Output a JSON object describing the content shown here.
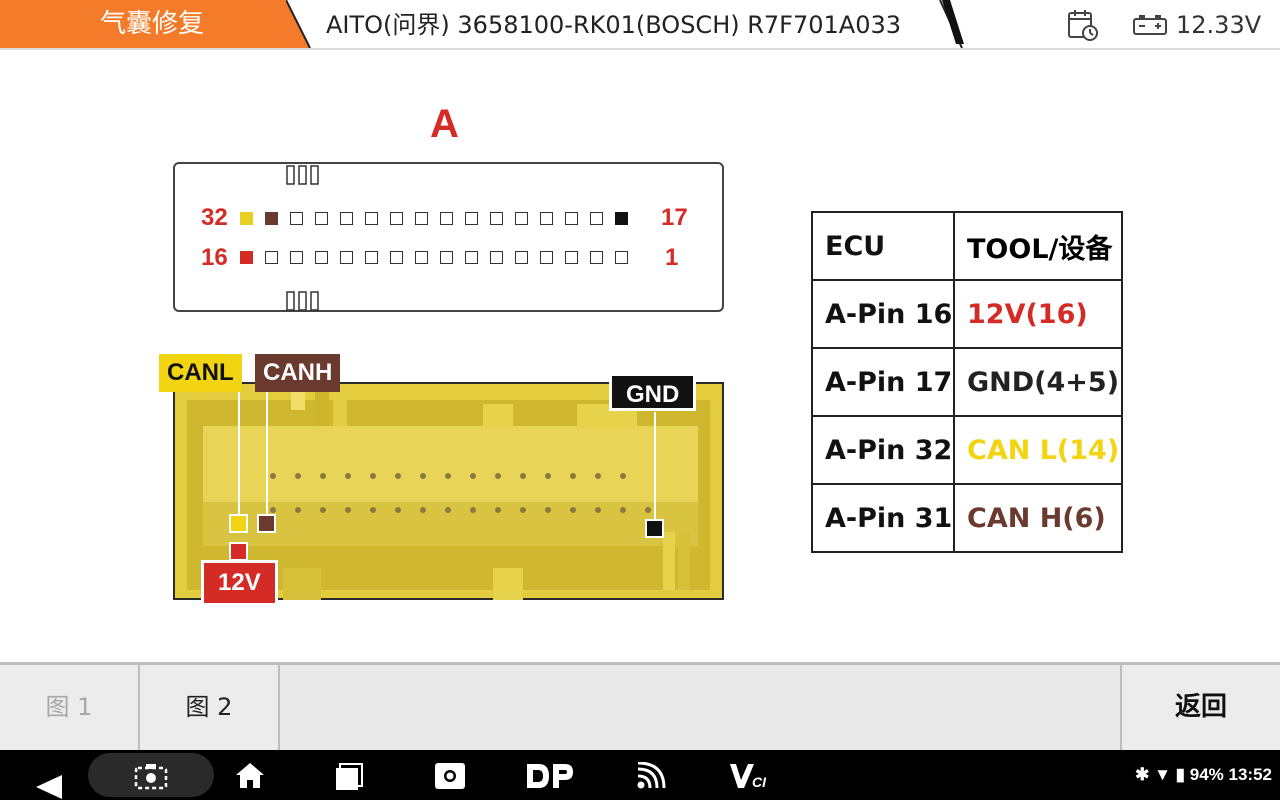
{
  "header": {
    "active_tab": "气囊修复",
    "breadcrumb": "AITO(问界) 3658100-RK01(BOSCH) R7F701A033",
    "voltage": "12.33V",
    "calendar_icon": "calendar-clock-icon",
    "battery_icon": "car-battery-icon"
  },
  "diagram": {
    "connector_title": "A",
    "pin_labels": {
      "top_left": "32",
      "top_right": "17",
      "bottom_left": "16",
      "bottom_right": "1"
    },
    "wire_labels": {
      "canl": "CANL",
      "canh": "CANH",
      "gnd": "GND",
      "v12": "12V"
    },
    "colors": {
      "red": "#d52b27",
      "yellow": "#f2d412",
      "brown": "#6b3a2e",
      "black": "#111111",
      "connector_yellow": "#e6cf3c"
    }
  },
  "table": {
    "headers": [
      "ECU",
      "TOOL/设备"
    ],
    "rows": [
      {
        "ecu": "A-Pin 16",
        "tool": "12V(16)",
        "color": "#d52b27"
      },
      {
        "ecu": "A-Pin 17",
        "tool": "GND(4+5)",
        "color": "#222222"
      },
      {
        "ecu": "A-Pin 32",
        "tool": "CAN L(14)",
        "color": "#f2d412"
      },
      {
        "ecu": "A-Pin 31",
        "tool": "CAN H(6)",
        "color": "#6b3a2e"
      }
    ]
  },
  "buttons": {
    "fig1": "图 1",
    "fig2": "图 2",
    "back": "返回"
  },
  "navbar": {
    "battery_percent": "94%",
    "time": "13:52",
    "icons": [
      "back-icon",
      "screenshot-icon",
      "home-icon",
      "recents-icon",
      "brightness-icon",
      "dp-icon",
      "signal-icon",
      "vci-icon",
      "bluetooth-icon",
      "wifi-icon",
      "battery-icon"
    ]
  }
}
